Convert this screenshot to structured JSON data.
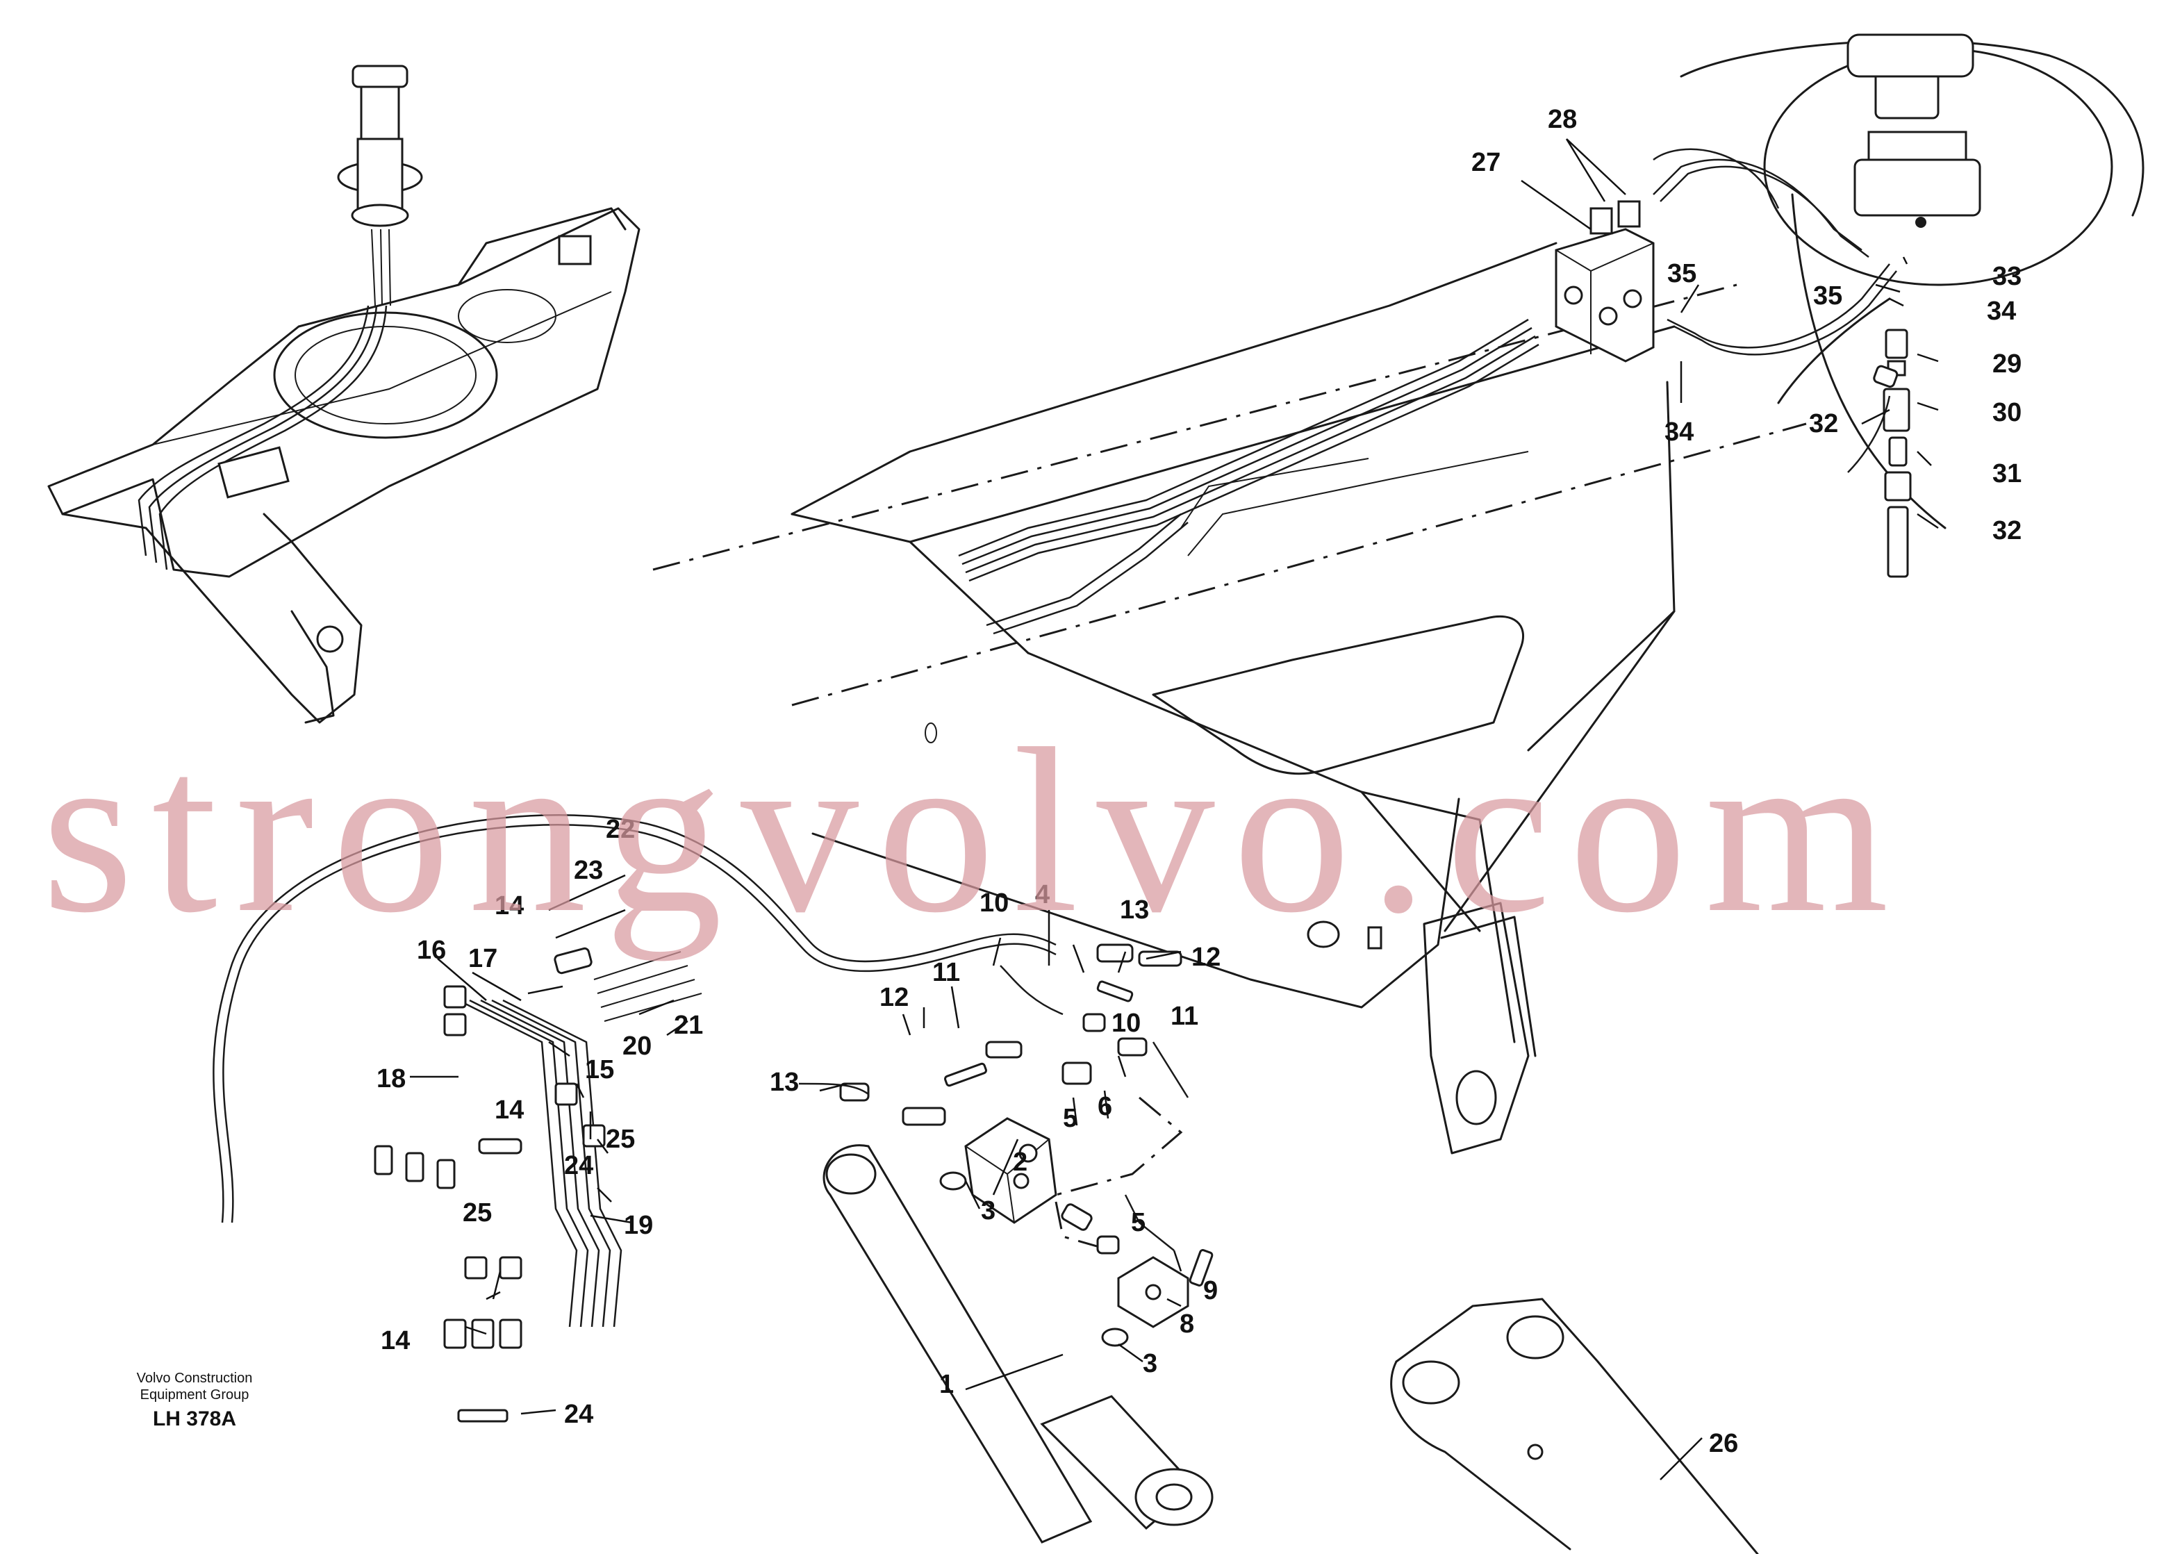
{
  "callouts": {
    "c1": "1",
    "c2": "2",
    "c3a": "3",
    "c3b": "3",
    "c4": "4",
    "c5a": "5",
    "c5b": "5",
    "c6": "6",
    "c8": "8",
    "c9": "9",
    "c10a": "10",
    "c10b": "10",
    "c11a": "11",
    "c11b": "11",
    "c12a": "12",
    "c12b": "12",
    "c13a": "13",
    "c13b": "13",
    "c14a": "14",
    "c14b": "14",
    "c14c": "14",
    "c15": "15",
    "c16": "16",
    "c17": "17",
    "c18": "18",
    "c19": "19",
    "c20": "20",
    "c21": "21",
    "c22": "22",
    "c23": "23",
    "c24a": "24",
    "c24b": "24",
    "c25a": "25",
    "c25b": "25",
    "c26": "26",
    "c27": "27",
    "c28": "28",
    "c29": "29",
    "c30": "30",
    "c31": "31",
    "c32a": "32",
    "c32b": "32",
    "c33": "33",
    "c34a": "34",
    "c34b": "34",
    "c35a": "35",
    "c35b": "35"
  },
  "caption": {
    "line1": "Volvo Construction",
    "line2": "Equipment Group",
    "code": "LH 378A"
  },
  "watermark": "strongvolvo.com",
  "colors": {
    "line": "#1a1a1a",
    "watermark": "#d99aa0",
    "background": "#ffffff"
  }
}
